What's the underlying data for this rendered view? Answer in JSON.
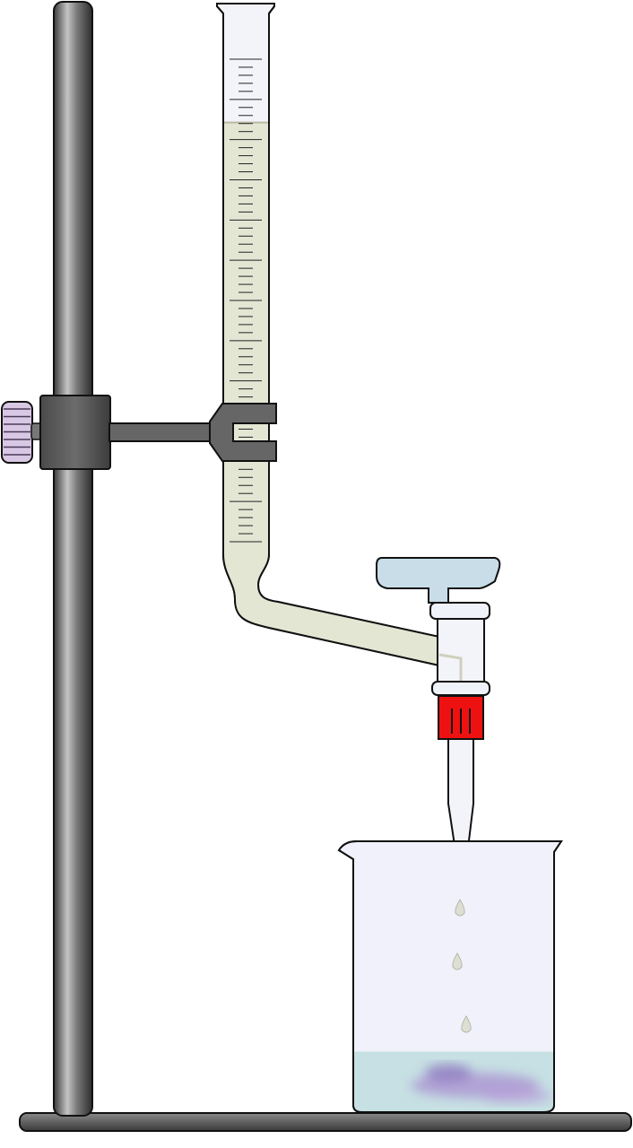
{
  "scene": {
    "type": "titration-apparatus",
    "colors": {
      "rod": "#6e6e6e",
      "rod_highlight": "#b9b9b9",
      "clamp": "#5f5f5f",
      "knob": "#d8c8e4",
      "glass": "#f3f4fa",
      "burette_liquid": "#e4e6d4",
      "stopcock_handle": "#c9dde9",
      "nozzle_cap": "#ee1111",
      "beaker_liquid": "#c6e0e3",
      "indicator_swirl": "#a98fd0",
      "drop": "#dedfd4",
      "outline": "#111111"
    },
    "burette": {
      "fill_level": 0.8,
      "minor_ticks": 60,
      "major_every": 5
    },
    "drops": 3,
    "beaker": {
      "fill_level": 0.23
    }
  }
}
